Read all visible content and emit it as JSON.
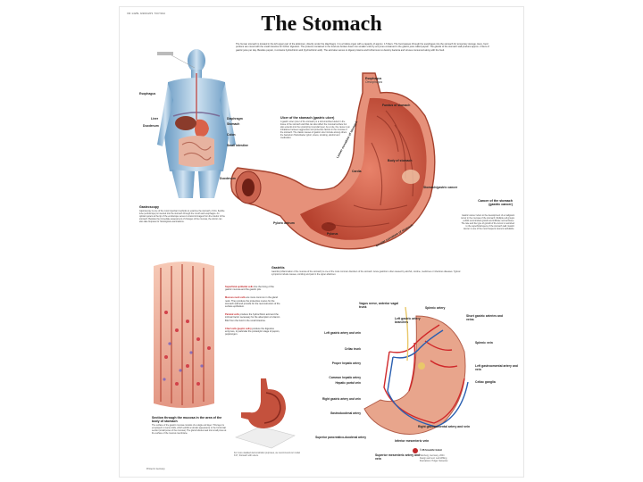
{
  "poster": {
    "serial": "VR 1425L 9/2004/P1 7/07/194",
    "title": "The Stomach",
    "intro": "The human stomach is located in the left upper part of the abdomen, directly under the diaphragm. It is a hollow organ with a capacity of approx. 1.5 liters. The food passes through the esophagus into the stomach for temporary storage. Here, food portions are mixed with the small intestine for further digestion. The proteins contained in the food are broken down into smaller units by enzymes contained in the gastric juice called pepsin. The glands of the stomach wall produce approx. 2 liters of gastric juice per day. Besides pepsin, it contains hydrochloric acid (hydrochloric acid). The acid also serves to digest proteins and furthermore to destroy bacteria and viruses consumed along with the food."
  },
  "body_figure": {
    "labels": {
      "esophagus": "Esophagus",
      "liver": "Liver",
      "duodenum": "Duodenum",
      "diaphragm": "Diaphragm",
      "stomach": "Stomach",
      "colon": "Colon",
      "small_intestine": "Small intestine"
    }
  },
  "stomach_section": {
    "labels": {
      "esophagus": "Esophagus",
      "esophagus_latin": "Oesophagus",
      "fundus": "Fundus of stomach",
      "body": "Body of stomach",
      "lesser_curvature": "Lesser curvature of stomach",
      "cardia": "Cardia",
      "duodenum": "Duodenum",
      "pyloric_antrum": "Pyloric antrum",
      "greater_curvature": "Greater curvature of stomach",
      "stomach_cancer": "Stomach/gastric cancer",
      "pylorus": "Pylorus"
    }
  },
  "ulcer": {
    "title": "Ulcer of the stomach (gastric ulcer)",
    "text": "A gastric ulcer (ulcer of the stomach) is a circumscribed defect in the tissue of the stomach wall that can also affect the mucosal surface but also extends into the underlying muscular layer. As a rule, the cause is an imbalance between aggressive and protective factors in the mucosa of the stomach. The classic causes of gastric ulcer include among others the bacterium Helicobacter pylori, stress, smoking, alcohol and medication."
  },
  "gastroscopy": {
    "title": "Gastroscopy",
    "text": "Gastroscopy is one of the most important methods to examine the stomach. A thin, flexible tube (endoscope) is inserted into the stomach through the mouth and esophagus. An optical system at the tip of the endoscope serves to transmit images from the interior of the stomach. Besides the immediate assessment of changes of the mucosa, the doctor can also take biopsies for histological examinations."
  },
  "cancer": {
    "title": "Cancer of the stomach (gastric cancer)",
    "text": "Gastric cancer refers to the development of a malignant tumor in the mucosa of the stomach. Multiple cell groups exhibit uncontrolled growth and infiltrate normal tissue. The rate and the type of growth of the tumor is restricted to the superficial layers of the stomach wall. Gastric cancer is one of the most frequent cancers worldwide."
  },
  "gastritis": {
    "title": "Gastritis",
    "text": "Gastritis (inflammation of the mucosa of the stomach) is one of the most common disorders of the stomach. Acute gastritis is often caused by alcohol, nicotine, medicines or infectious diseases. Typical symptoms include nausea, vomiting and pain in the upper abdomen."
  },
  "mucosa": {
    "title": "Section through the mucosa in the area of the body of stomach",
    "text": "The surface of the gastric mucosa consists of a single-cell layer. This layer is enveloped in mucus folds, which exhibit a tubular appearance in the horizontal section (small pores of the mucosa). The gland tubules lead into small pores at the surface of the mucous membrane.",
    "legend": [
      {
        "name": "Superficial epithelial cells",
        "text": "line the lining of the gastric mucosa and the gastric pits."
      },
      {
        "name": "Mucous neck cells",
        "text": "are more common in the gland neck. They produce the protective mucus for the stomach wall and provide for the reconstruction of the surface epithelium."
      },
      {
        "name": "Parietal cells",
        "text": "produce the hydrochloric acid and the intrinsic factor necessary for the absorption of vitamin B12 from the food in the small intestine."
      },
      {
        "name": "Chief cells (peptic cells)",
        "text": "produce the digestive enzymes, in particular the proteolytic stage of pepsin, pepsinogen."
      }
    ]
  },
  "vessels": {
    "labels": {
      "vagus_nerve": "Vagus nerve, anterior vagal trunk",
      "splenic_artery": "Splenic artery",
      "left_gastric_branches": "Left gastric artery branches",
      "short_gastric": "Short gastric arteries and veins",
      "left_gastric": "Left gastric artery and vein",
      "celiac_trunk": "Celiac trunk",
      "splenic_vein": "Splenic vein",
      "proper_hepatic": "Proper hepatic artery",
      "common_hepatic": "Common hepatic artery",
      "hepatic_portal": "Hepatic portal vein",
      "left_gastroomental": "Left gastroomental artery and vein",
      "celiac_ganglia": "Celiac ganglia",
      "right_gastric": "Right gastric artery and vein",
      "gastroduodenal": "Gastroduodenal artery",
      "right_gastroomental": "Right gastroomental artery and vein",
      "inferior_mesenteric": "Inferior mesenteric vein",
      "superior_pancreatico": "Superior pancreatico-duodenal artery",
      "superior_mesenteric": "Superior mesenteric artery and vein"
    }
  },
  "model_caption": "For more detailed demonstration purposes, we recommend our model K17, Stomach with ulcers.",
  "publisher": {
    "name": "© 3B Scientific GmbH",
    "address": "Hamburg, Germany, 2004\nDesign and text: Ludi Wilting\nIllustrations: Holger Vanselow",
    "printed": "Printed in Germany"
  },
  "colors": {
    "accent": "#c0282a",
    "stomach": "#d9624a",
    "skin": "#8fb8d8"
  }
}
